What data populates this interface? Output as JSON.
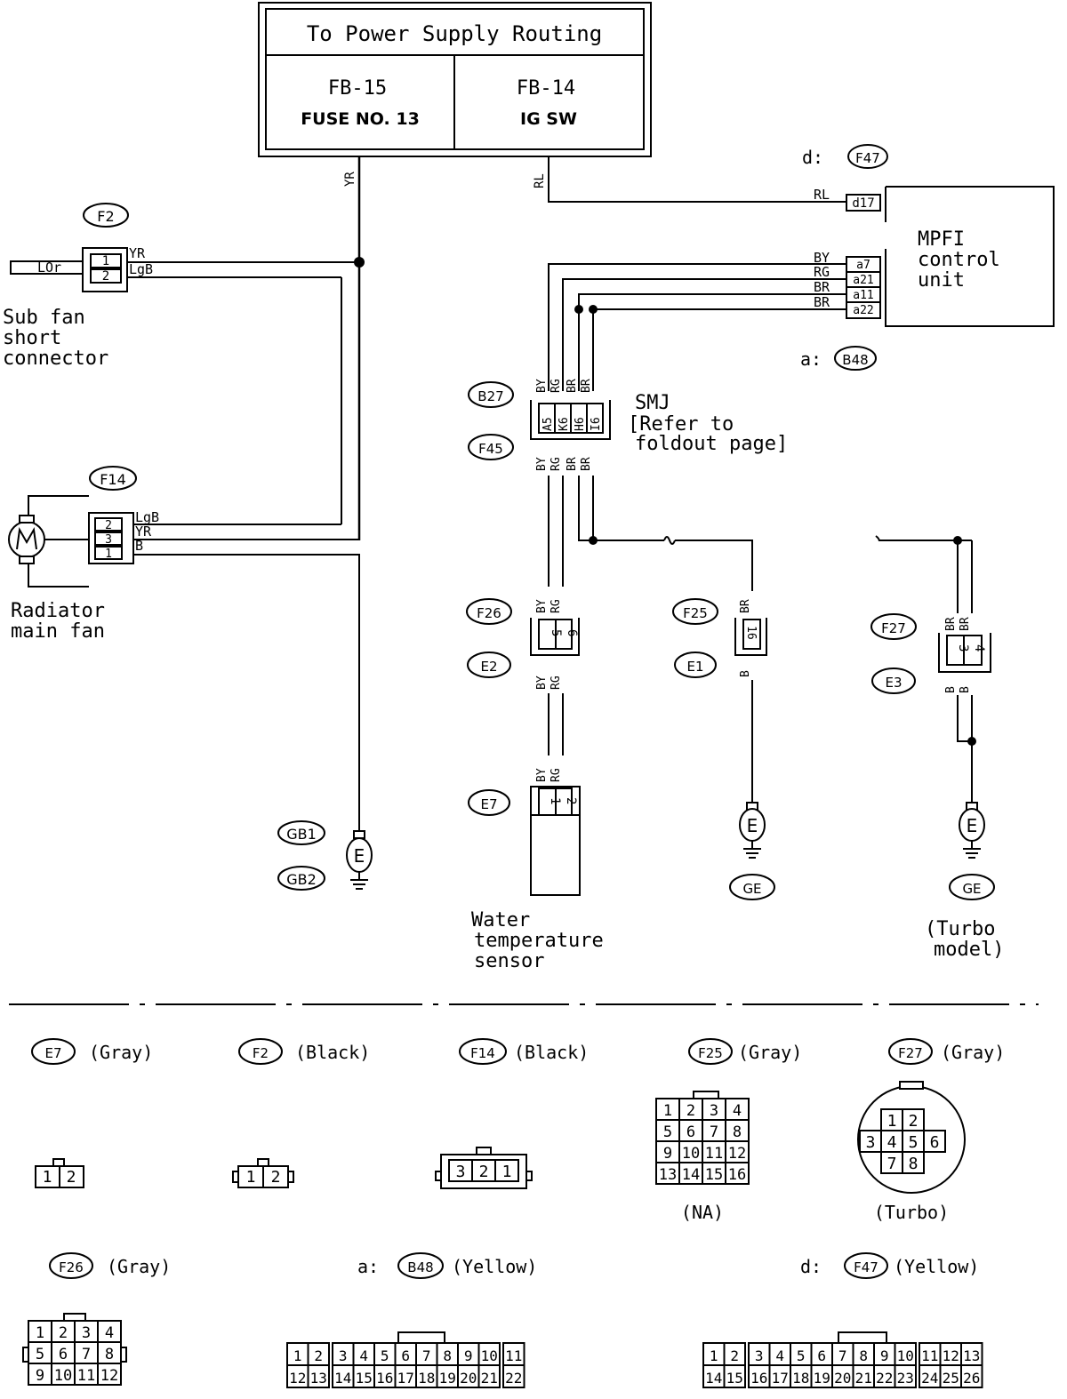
{
  "power": {
    "title": "To Power Supply Routing",
    "left_id": "FB-15",
    "left_sub": "FUSE NO. 13",
    "right_id": "FB-14",
    "right_sub": "IG SW"
  },
  "wires": {
    "yr": "YR",
    "rl": "RL",
    "lor": "LOr",
    "lgb": "LgB",
    "by": "BY",
    "rg": "RG",
    "br": "BR",
    "b": "B"
  },
  "connectors": {
    "f2": "F2",
    "f14": "F14",
    "f47": "F47",
    "b48": "B48",
    "b27": "B27",
    "f45": "F45",
    "f26": "F26",
    "e2": "E2",
    "e7": "E7",
    "f25": "F25",
    "e1": "E1",
    "f27": "F27",
    "e3": "E3",
    "gb1": "GB1",
    "gb2": "GB2",
    "ge": "GE"
  },
  "prefix": {
    "d": "d:",
    "a": "a:"
  },
  "pins": {
    "d17": "d17",
    "a7": "a7",
    "a21": "a21",
    "a11": "a11",
    "a22": "a22",
    "a5": "A5",
    "k6": "K6",
    "h6": "H6",
    "i6": "I6",
    "p1": "1",
    "p2": "2",
    "p3": "3",
    "p4": "4",
    "p5": "5",
    "p6": "6",
    "p16": "16"
  },
  "ground": "E",
  "labels": {
    "mpfi_1": "MPFI",
    "mpfi_2": "control",
    "mpfi_3": "unit",
    "subfan_1": "Sub fan",
    "subfan_2": "short",
    "subfan_3": "connector",
    "radiator_1": "Radiator",
    "radiator_2": "main fan",
    "smj_1": "SMJ",
    "smj_2": "[Refer to",
    "smj_3": "foldout page]",
    "water_1": "Water",
    "water_2": "temperature",
    "water_3": "sensor",
    "turbo_1": "(Turbo",
    "turbo_2": "model)"
  },
  "legend": {
    "gray": "(Gray)",
    "black": "(Black)",
    "yellow": "(Yellow)",
    "na": "(NA)",
    "turbo": "(Turbo)",
    "e7_pins": [
      "1",
      "2"
    ],
    "f2_pins": [
      "1",
      "2"
    ],
    "f14_pins": [
      "3",
      "2",
      "1"
    ],
    "f25_rows": [
      [
        "1",
        "2",
        "3",
        "4"
      ],
      [
        "5",
        "6",
        "7",
        "8"
      ],
      [
        "9",
        "10",
        "11",
        "12"
      ],
      [
        "13",
        "14",
        "15",
        "16"
      ]
    ],
    "f27_rows": [
      [
        "1",
        "2"
      ],
      [
        "3",
        "4",
        "5",
        "6"
      ],
      [
        "7",
        "8"
      ]
    ],
    "f26_rows": [
      [
        "1",
        "2",
        "3",
        "4"
      ],
      [
        "5",
        "6",
        "7",
        "8"
      ],
      [
        "9",
        "10",
        "11",
        "12"
      ]
    ],
    "b48_rows": [
      [
        "1",
        "2",
        "3",
        "4",
        "5",
        "6",
        "7",
        "8",
        "9",
        "10",
        "11"
      ],
      [
        "12",
        "13",
        "14",
        "15",
        "16",
        "17",
        "18",
        "19",
        "20",
        "21",
        "22"
      ]
    ],
    "f47_rows": [
      [
        "1",
        "2",
        "3",
        "4",
        "5",
        "6",
        "7",
        "8",
        "9",
        "10",
        "11",
        "12",
        "13"
      ],
      [
        "14",
        "15",
        "16",
        "17",
        "18",
        "19",
        "20",
        "21",
        "22",
        "23",
        "24",
        "25",
        "26"
      ]
    ]
  }
}
